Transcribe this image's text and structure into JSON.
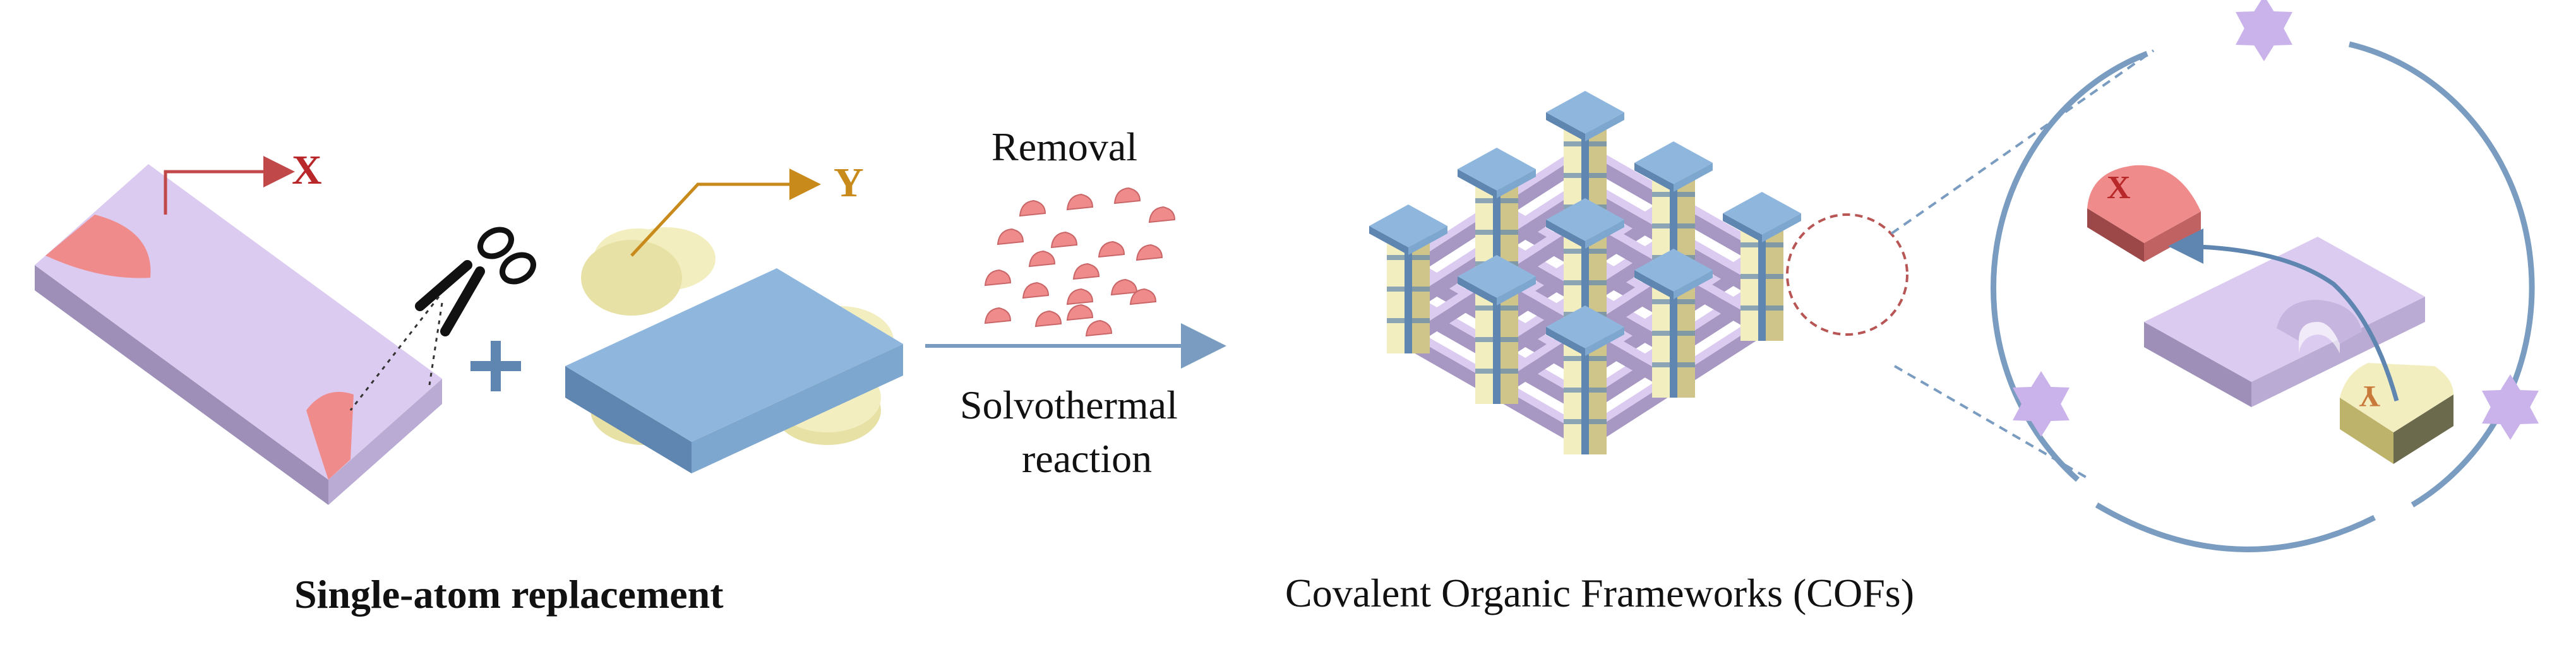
{
  "labels": {
    "x_marker": "X",
    "y_marker": "Y",
    "removal": "Removal",
    "solvothermal_line1": "Solvothermal",
    "solvothermal_line2": "reaction",
    "single_atom": "Single-atom replacement",
    "cofs": "Covalent Organic Frameworks (COFs)",
    "zoom_x": "X",
    "zoom_y": "Y"
  },
  "colors": {
    "lavender": "#d9c8ee",
    "lavender_side": "#9d8fb8",
    "pink": "#f08b8c",
    "blue": "#8fb7de",
    "blue_side": "#5f86b0",
    "cream": "#f3eec0",
    "x_red": "#b8282a",
    "y_gold": "#c98a1c",
    "arrow": "#7a9cc0"
  },
  "icons": [
    "scissors-icon",
    "plus-icon",
    "star-icon"
  ]
}
